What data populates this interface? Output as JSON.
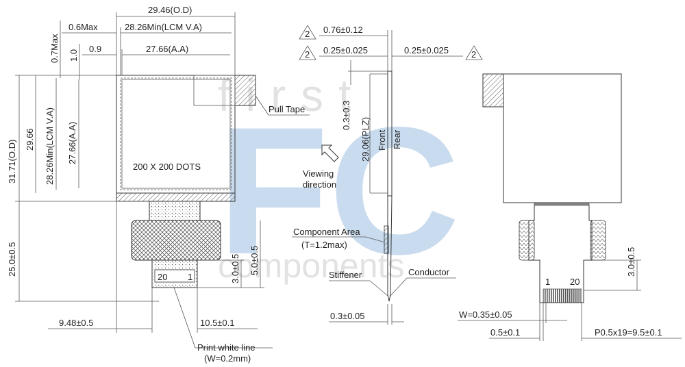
{
  "watermark": {
    "brand_top": "first",
    "brand_main": "FC",
    "brand_bottom": "components",
    "color_main": "#c9dbee",
    "color_secondary": "#e2e2e2"
  },
  "front_view": {
    "od_width": "29.46(O.D)",
    "lcm_va_width": "28.26Min(LCM V.A)",
    "aa_width": "27.66(A.A)",
    "margin_06": "0.6Max",
    "margin_07": "0.7Max",
    "margin_10": "1.0",
    "margin_09": "0.9",
    "od_height": "31.71(O.D)",
    "h_2966": "29.66",
    "lcm_va_height": "28.26Min(LCM V.A)",
    "aa_height": "27.66(A.A)",
    "resolution": "200 X 200 DOTS",
    "fpc_length": "25.0±0.5",
    "offset_left": "9.48±0.5",
    "offset_right": "10.5±0.1",
    "dim_30": "3.0±0.5",
    "dim_50": "5.0±0.5",
    "pin_20": "20",
    "pin_1": "1",
    "pull_tape": "Pull Tape",
    "print_line": "Print white line",
    "print_line_w": "(W=0.2mm)"
  },
  "side_view": {
    "note_mark": "2",
    "dim_076": "0.76±0.12",
    "dim_025_left": "0.25±0.025",
    "dim_025_right": "0.25±0.025",
    "dim_03": "0.3±0.3",
    "plz": "29.06(PLZ)",
    "front": "Front",
    "rear": "Rear",
    "viewing_1": "Viewing",
    "viewing_2": "direction",
    "component_area": "Component Area",
    "component_t": "(T=1.2max)",
    "stiffener": "Stiffener",
    "conductor": "Conductor",
    "dim_bottom": "0.3±0.05"
  },
  "rear_view": {
    "dim_30": "3.0±0.5",
    "pin_1": "1",
    "pin_20": "20",
    "width": "W=0.35±0.05",
    "offset": "0.5±0.1",
    "pitch": "P0.5x19=9.5±0.1"
  }
}
